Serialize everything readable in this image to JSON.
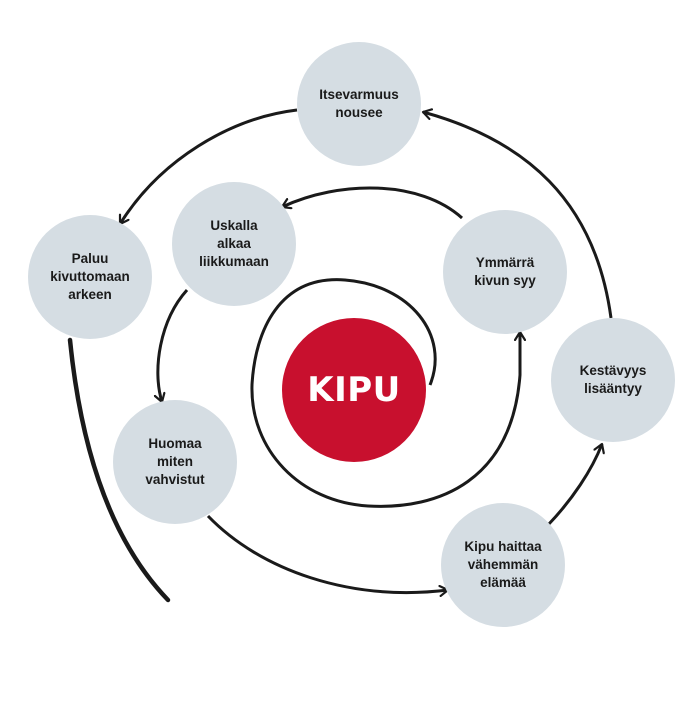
{
  "colors": {
    "center_fill": "#C8102E",
    "center_text": "#FFFFFF",
    "node_fill": "#D5DDE3",
    "node_text": "#1A1A1A",
    "arrow": "#1A1A1A",
    "background": "#FFFFFF"
  },
  "center": {
    "label": "KIPU"
  },
  "nodes": [
    {
      "id": "itsevarmuus",
      "label": "Itsevarmuus\nnousee"
    },
    {
      "id": "uskalla",
      "label": "Uskalla\nalkaa\nliikkumaan"
    },
    {
      "id": "ymmarra",
      "label": "Ymmärrä\nkivun syy"
    },
    {
      "id": "paluu",
      "label": "Paluu\nkivuttomaan\narkeen"
    },
    {
      "id": "kestavyys",
      "label": "Kestävyys\nlisääntyy"
    },
    {
      "id": "huomaa",
      "label": "Huomaa\nmiten\nvahvistut"
    },
    {
      "id": "kipu-haittaa",
      "label": "Kipu haittaa\nvähemmän\nelämää"
    }
  ]
}
